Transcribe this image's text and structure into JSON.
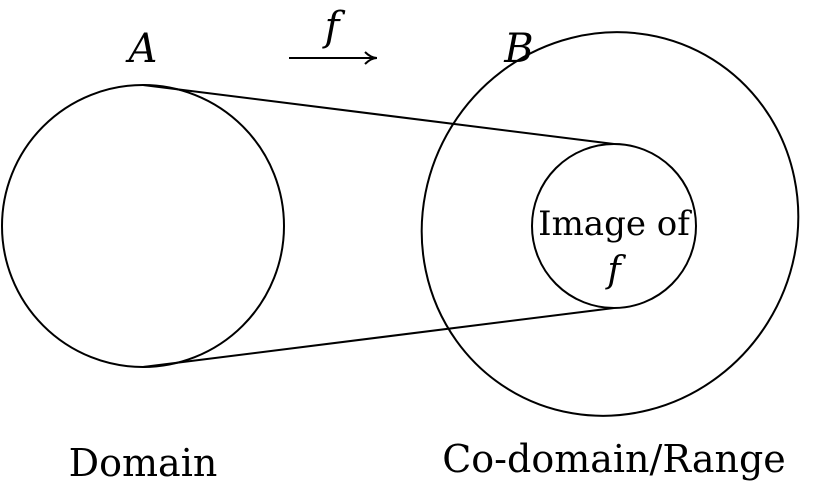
{
  "labels": {
    "set_a": "A",
    "set_b": "B",
    "function_symbol": "f",
    "image_text": "Image of",
    "image_symbol": "f",
    "domain": "Domain",
    "codomain": "Co-domain/Range"
  },
  "colors": {
    "stroke": "#000000",
    "background": "#ffffff"
  }
}
